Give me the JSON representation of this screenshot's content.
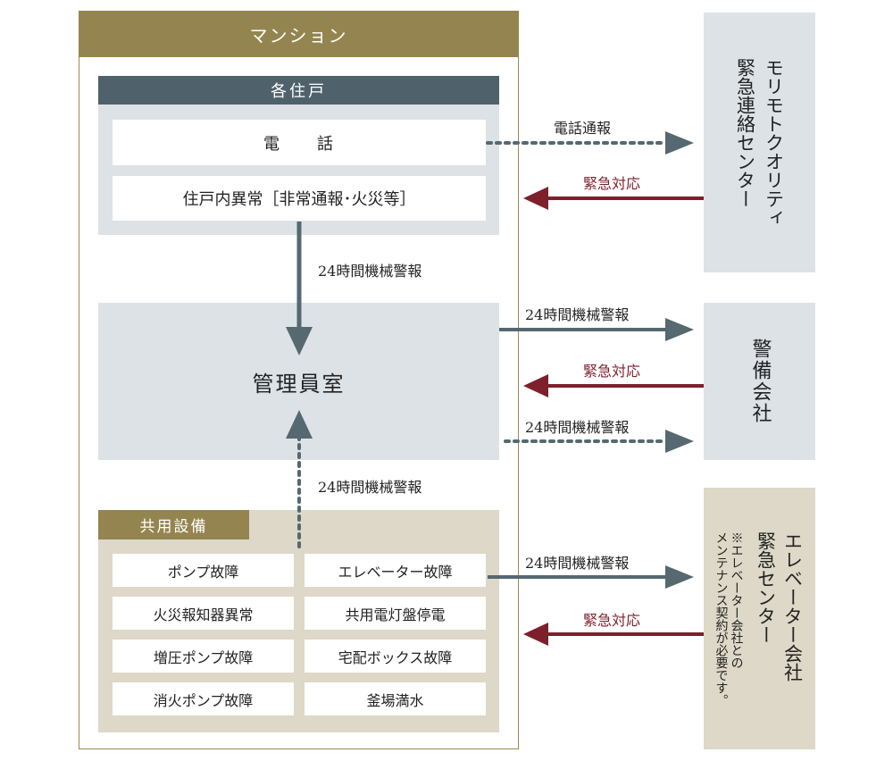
{
  "mansion": {
    "title": "マンション"
  },
  "units": {
    "title": "各住戸",
    "phone": "電　　話",
    "abnormal": "住戸内異常［非常通報･火災等］"
  },
  "management": {
    "title": "管理員室"
  },
  "common": {
    "title": "共用設備",
    "items": [
      "ポンプ故障",
      "エレベーター故障",
      "火災報知器異常",
      "共用電灯盤停電",
      "増圧ポンプ故障",
      "宅配ボックス故障",
      "消火ポンプ故障",
      "釜場満水"
    ]
  },
  "targets": {
    "quality": "モリモトクオリティ\n緊急連絡センター",
    "security": "警備会社",
    "elevator_title": "エレベーター会社\n緊急センター",
    "elevator_note": "※エレベーター会社との\nメンテナンス契約が必要です。"
  },
  "labels": {
    "phone_report": "電話通報",
    "emergency": "緊急対応",
    "alarm24": "24時間機械警報"
  },
  "colors": {
    "gold": "#948550",
    "slate": "#4f626b",
    "arrow_grey": "#566870",
    "arrow_red": "#7e1f2c"
  }
}
